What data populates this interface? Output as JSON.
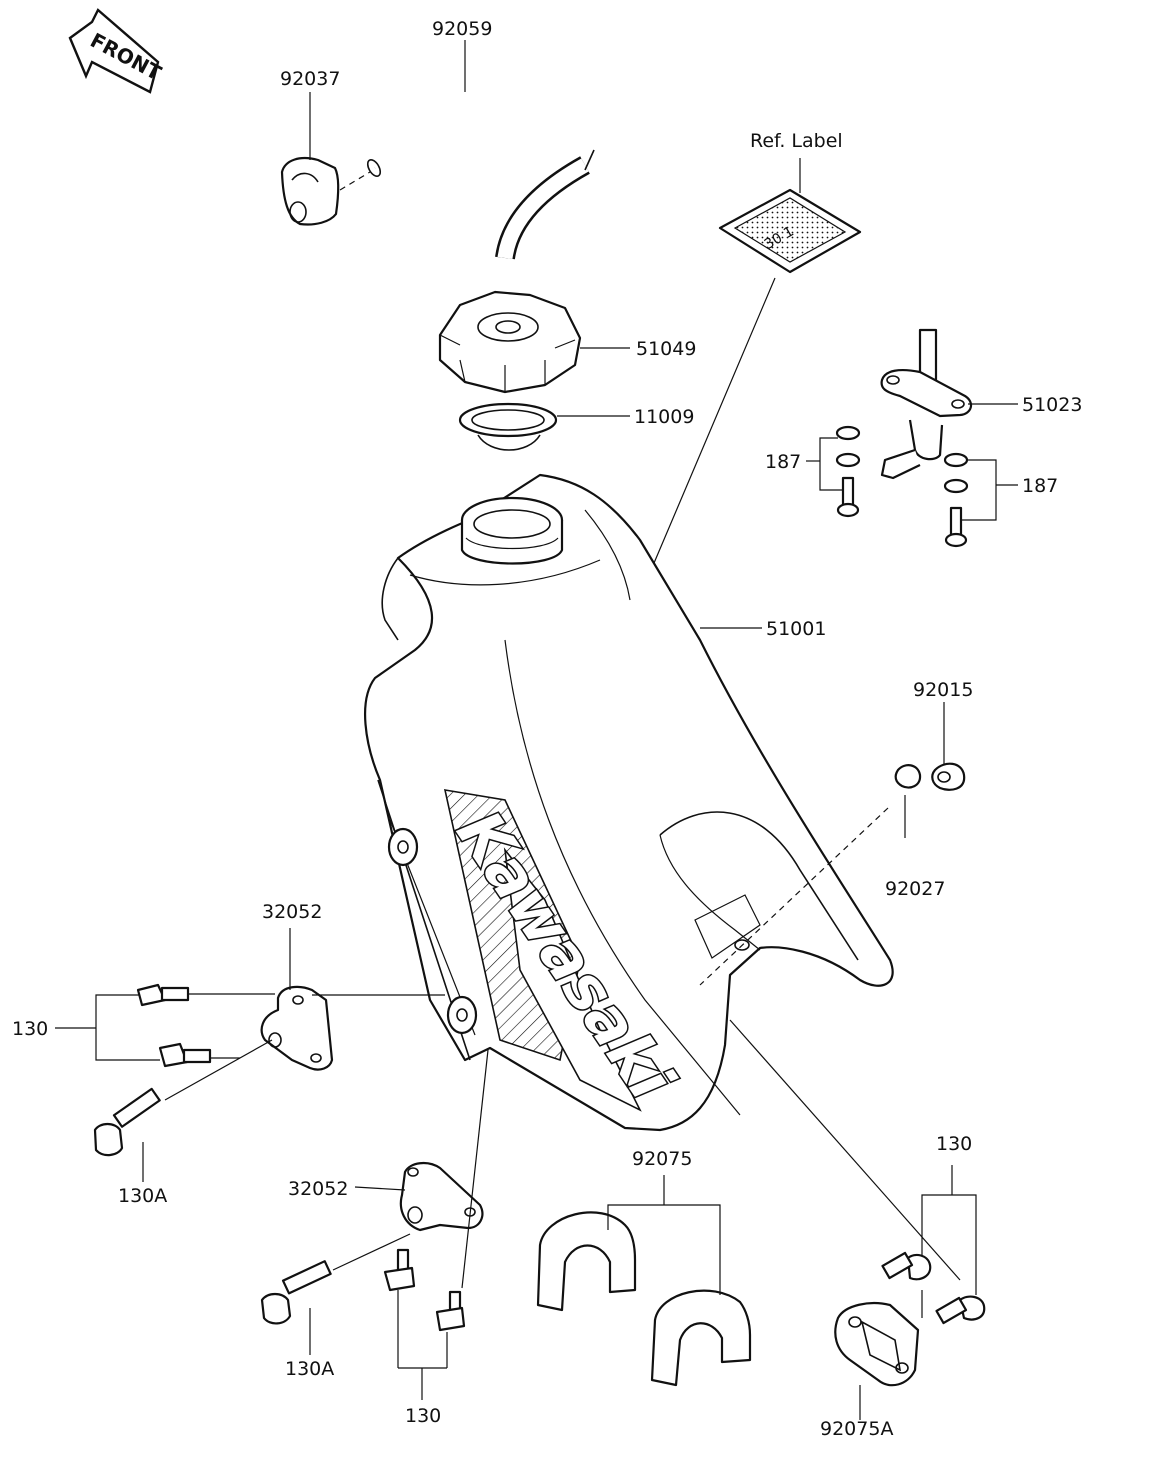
{
  "labels": {
    "front": "FRONT",
    "ref_label": "Ref. Label",
    "p92059": "92059",
    "p92037": "92037",
    "p51049": "51049",
    "p11009": "11009",
    "p51023": "51023",
    "p187a": "187",
    "p187b": "187",
    "p51001": "51001",
    "p92015": "92015",
    "p92027": "92027",
    "p32052a": "32052",
    "p130a": "130",
    "p130Aa": "130A",
    "p32052b": "32052",
    "p130Ab": "130A",
    "p130b": "130",
    "p92075": "92075",
    "p130c": "130",
    "p92075A": "92075A"
  },
  "artwork": {
    "brand_logo": "Kawasaki",
    "label_text": "30 1"
  }
}
